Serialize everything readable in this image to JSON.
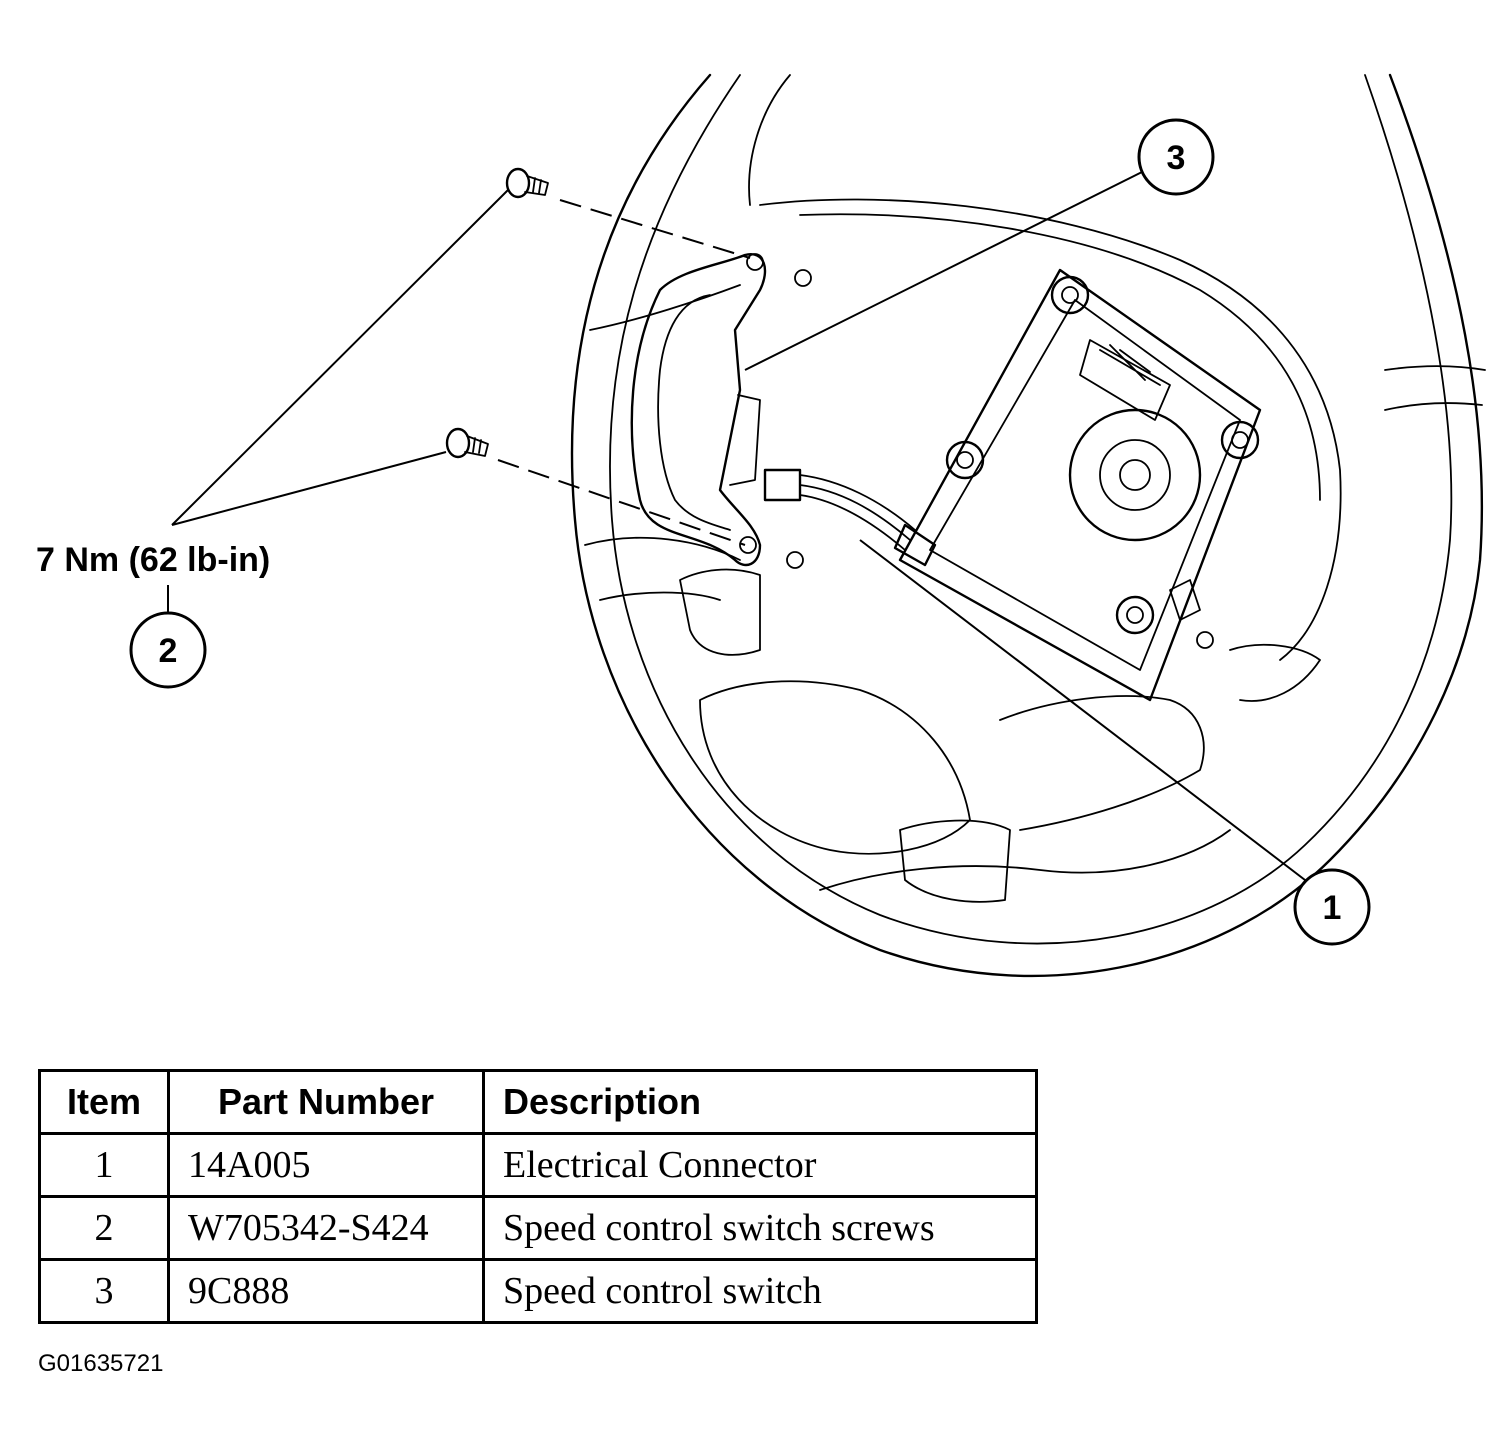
{
  "callouts": {
    "c1": "1",
    "c2": "2",
    "c3": "3"
  },
  "torque_label": "7 Nm (62 lb-in)",
  "table": {
    "headers": {
      "item": "Item",
      "part": "Part Number",
      "desc": "Description"
    },
    "rows": [
      {
        "item": "1",
        "part": "14A005",
        "desc": "Electrical Connector"
      },
      {
        "item": "2",
        "part": "W705342-S424",
        "desc": "Speed control switch screws"
      },
      {
        "item": "3",
        "part": "9C888",
        "desc": "Speed control switch"
      }
    ]
  },
  "figure_id": "G01635721"
}
